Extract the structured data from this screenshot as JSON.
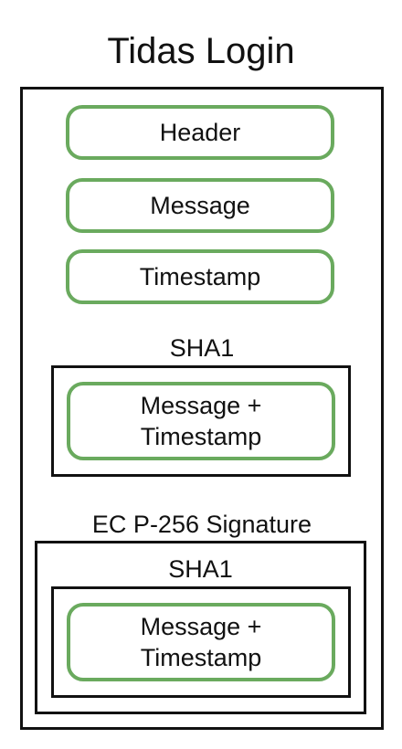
{
  "title": "Tidas Login",
  "fields": {
    "header": "Header",
    "message": "Message",
    "timestamp": "Timestamp"
  },
  "sha1_block": {
    "label": "SHA1",
    "content_line1": "Message +",
    "content_line2": "Timestamp"
  },
  "signature_block": {
    "label": "EC P-256 Signature",
    "inner_label": "SHA1",
    "content_line1": "Message +",
    "content_line2": "Timestamp"
  },
  "colors": {
    "pill_border": "#6aaa5e",
    "frame_border": "#111111"
  }
}
